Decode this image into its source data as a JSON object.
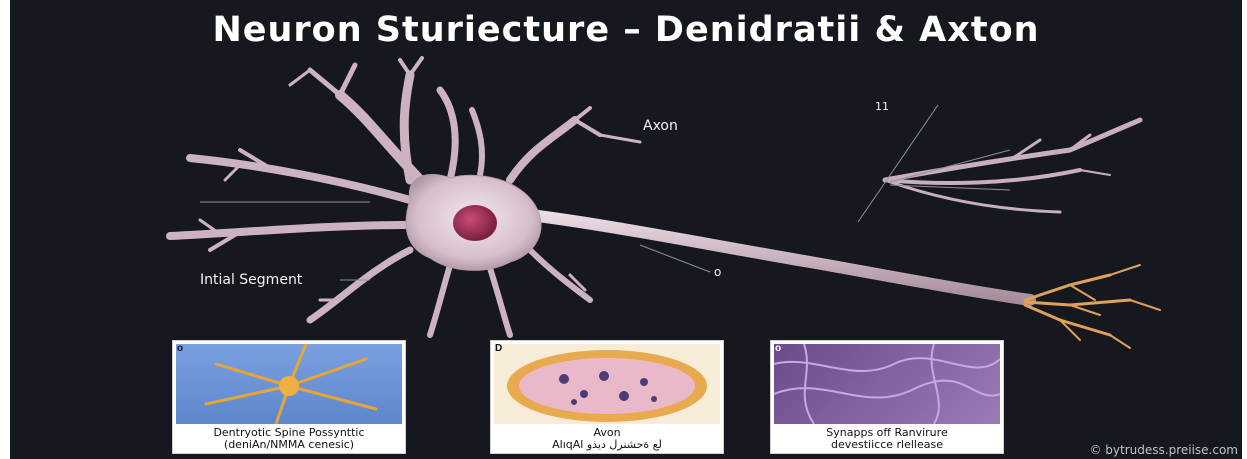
{
  "title": "Neuron Sturiecture – Denidratii & Axton",
  "labels": {
    "axon": "Axon",
    "initial_segment": "Intial Segment",
    "marker_11": "11",
    "marker_o": "o"
  },
  "panels": [
    {
      "badge": "o",
      "caption_line1": "Dentryotic Spine Possynttic",
      "caption_line2": "(deniAn/NMMA cenesic)"
    },
    {
      "badge": "D",
      "caption_line1": "Avon",
      "caption_line2": "AlıqAl لع ةحشنرل ديذو"
    },
    {
      "badge": "o",
      "caption_line1": "Synapps off Ranvirure",
      "caption_line2": "devestiicce rlellease"
    }
  ],
  "watermark": "© bytrudess.preiise.com",
  "colors": {
    "background": "#16181f",
    "membrane": "#d9c3cf",
    "nucleus": "#a3365a",
    "terminal": "#e0a05a",
    "title_text": "#ffffff"
  }
}
